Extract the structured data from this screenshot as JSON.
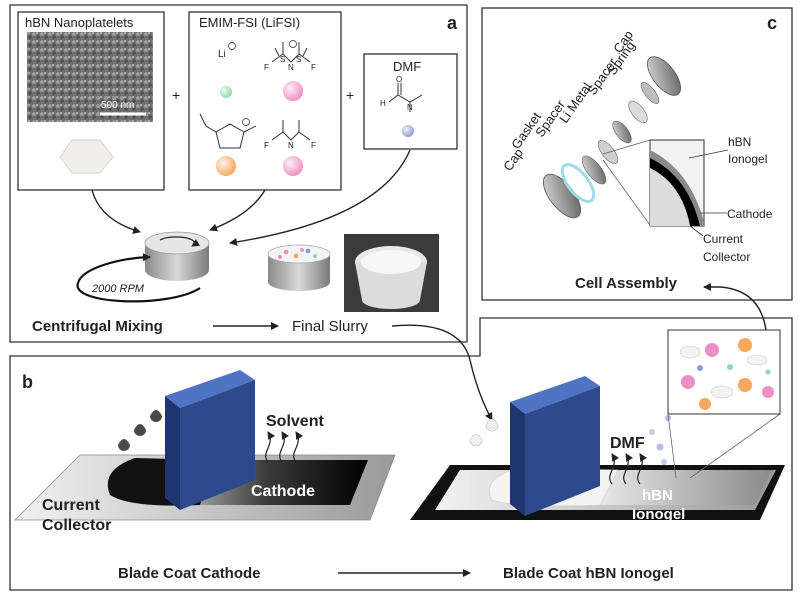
{
  "panel_a": {
    "letter": "a",
    "hbn": {
      "title": "hBN Nanoplatelets",
      "scale_bar": "500 nm"
    },
    "ionic_liquid": {
      "title": "EMIM-FSI (LiFSI)",
      "li_label": "Li",
      "f_label": "F",
      "s_label": "S",
      "n_label": "N"
    },
    "dmf": {
      "title": "DMF",
      "h_label": "H",
      "o_label": "O",
      "n_label": "N"
    },
    "plus": "+",
    "speed": "2000 RPM",
    "mixing_label": "Centrifugal Mixing",
    "slurry_label": "Final Slurry"
  },
  "panel_b": {
    "letter": "b",
    "solvent": "Solvent",
    "cathode": "Cathode",
    "current": "Current",
    "collector": "Collector",
    "dmf": "DMF",
    "hbn": "hBN",
    "ionogel": "Ionogel",
    "step1": "Blade Coat Cathode",
    "step2": "Blade Coat hBN Ionogel"
  },
  "panel_c": {
    "letter": "c",
    "stack_labels": [
      "Cap",
      "Gasket",
      "Spacer",
      "Li Metal",
      "Spacer",
      "Spring",
      "Cap"
    ],
    "hbn": "hBN",
    "ionogel": "Ionogel",
    "cathode": "Cathode",
    "current": "Current",
    "collector": "Collector",
    "title": "Cell Assembly"
  },
  "colors": {
    "blade": "#2e4a8c",
    "li_ball": "#8fd9a8",
    "fsi_ball": "#f08fc4",
    "emim_ball": "#f5a85f",
    "dmf_ball": "#8c9bd6"
  }
}
